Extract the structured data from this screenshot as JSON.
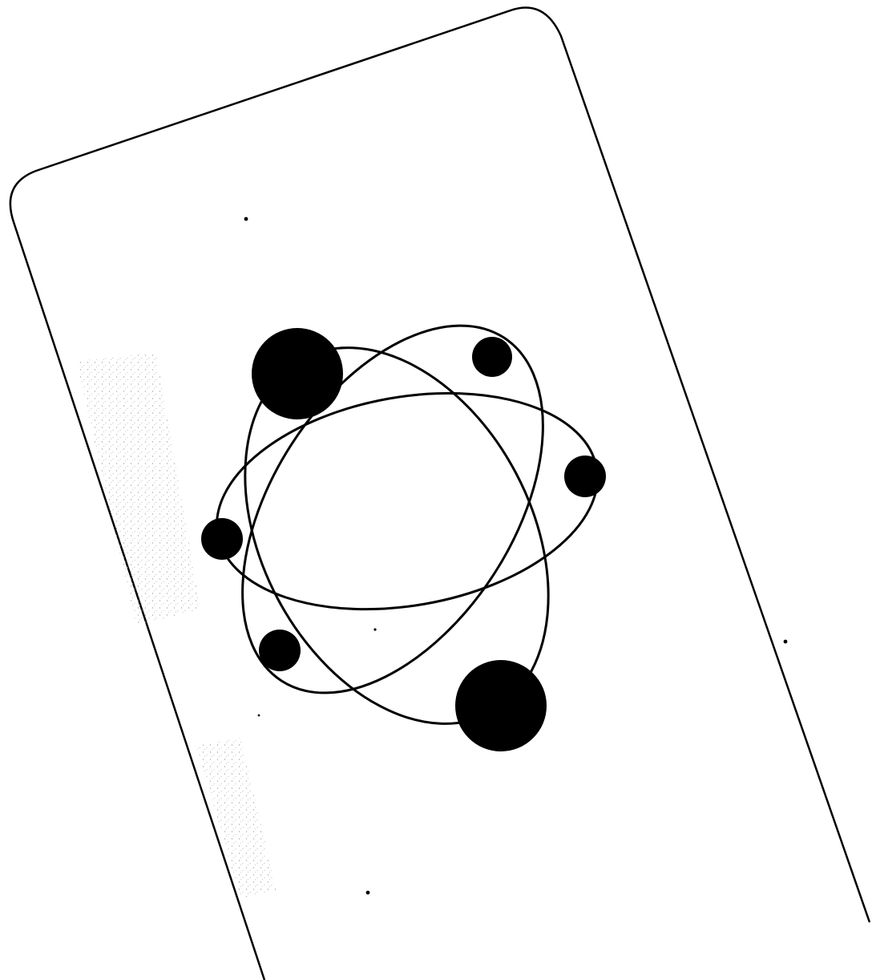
{
  "figure": {
    "background": "#ffffff",
    "ink": "#000000",
    "speckle": "#9a9a9a"
  },
  "atom": {
    "orbit_count": 3,
    "electron_count": 6,
    "large_particle_count": 2
  }
}
